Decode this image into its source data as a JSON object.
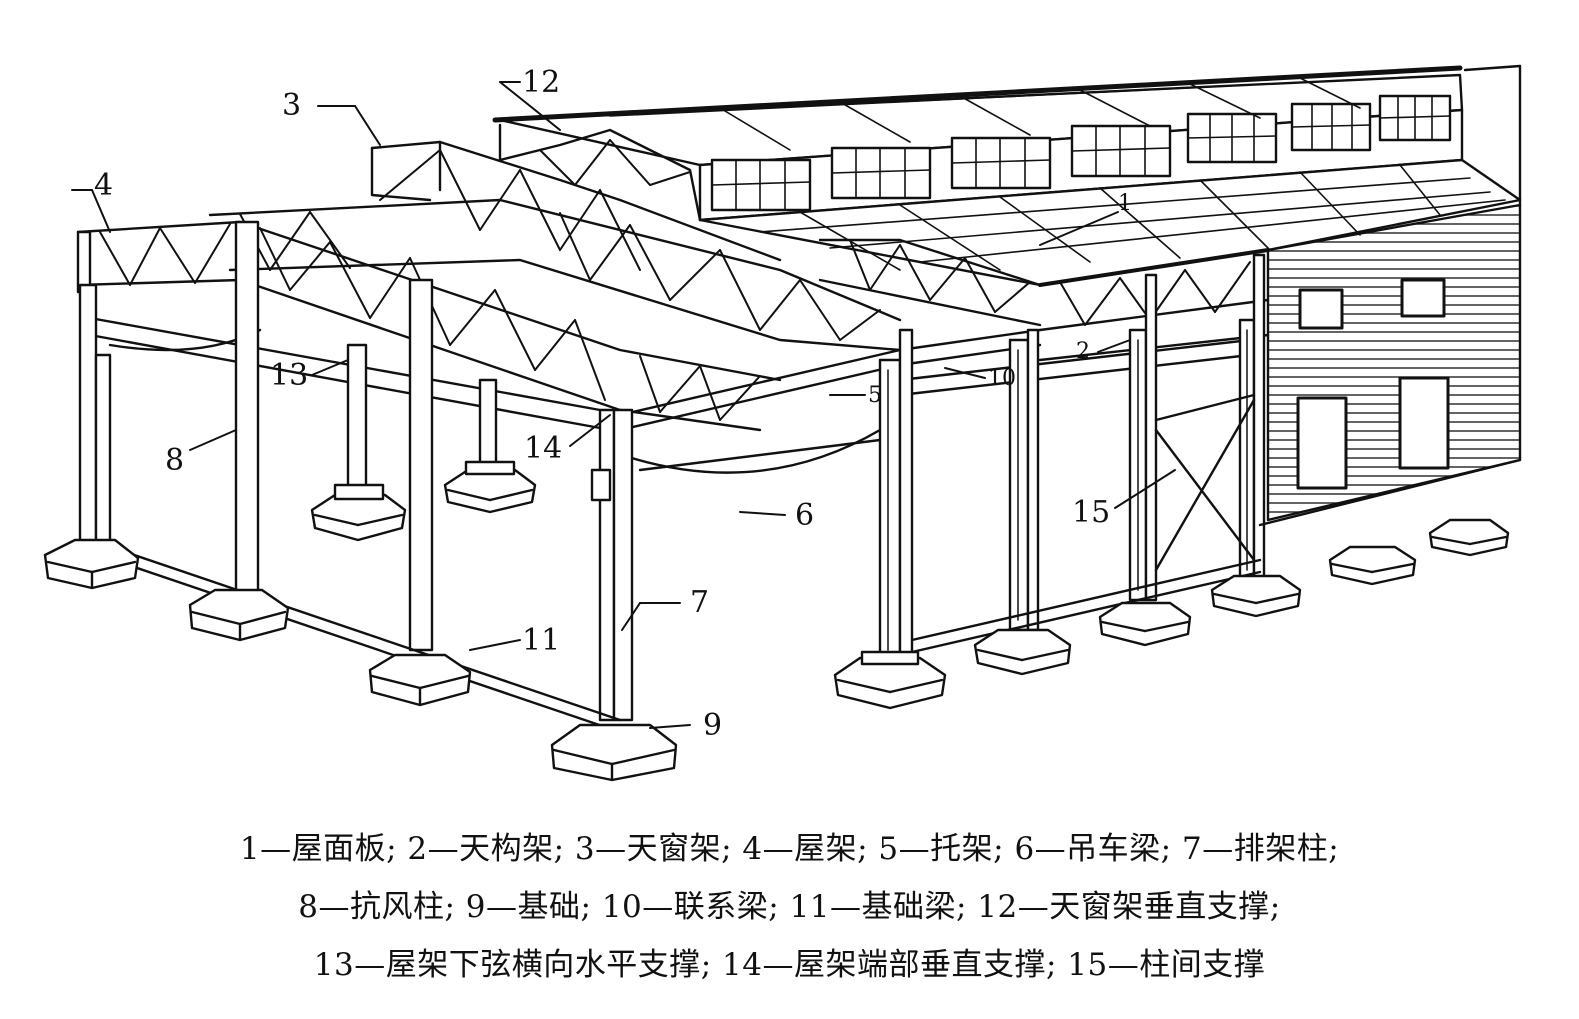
{
  "diagram": {
    "callouts": [
      {
        "id": "1",
        "text": "1"
      },
      {
        "id": "2",
        "text": "2"
      },
      {
        "id": "3",
        "text": "3"
      },
      {
        "id": "4",
        "text": "4"
      },
      {
        "id": "5",
        "text": "5"
      },
      {
        "id": "6",
        "text": "6"
      },
      {
        "id": "7",
        "text": "7"
      },
      {
        "id": "8",
        "text": "8"
      },
      {
        "id": "9",
        "text": "9"
      },
      {
        "id": "10",
        "text": "10"
      },
      {
        "id": "11",
        "text": "11"
      },
      {
        "id": "12",
        "text": "12"
      },
      {
        "id": "13",
        "text": "13"
      },
      {
        "id": "14",
        "text": "14"
      },
      {
        "id": "15",
        "text": "15"
      }
    ]
  },
  "legend": {
    "line1": "1—屋面板; 2—天构架; 3—天窗架; 4—屋架; 5—托架; 6—吊车梁; 7—排架柱;",
    "line2": "8—抗风柱; 9—基础; 10—联系梁; 11—基础梁; 12—天窗架垂直支撑;",
    "line3": "13—屋架下弦横向水平支撑; 14—屋架端部垂直支撑; 15—柱间支撑"
  }
}
